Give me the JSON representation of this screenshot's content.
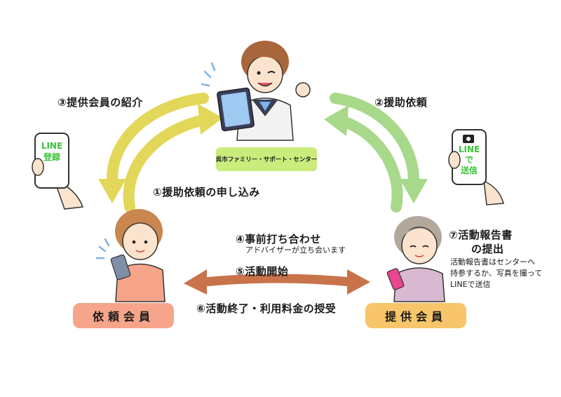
{
  "center_label": "呉市ファミリー・サポート・センター",
  "steps": {
    "s1": "①援助依頼の申し込み",
    "s2": "②援助依頼",
    "s3": "③提供会員の紹介",
    "s4": "④事前打ち合わせ",
    "s4_note": "アドバイザーが立ち会います",
    "s5": "⑤活動開始",
    "s6": "⑥活動終了・利用料金の授受",
    "s7_line1": "⑦活動報告書",
    "s7_line2": "の提出",
    "s7_note1": "活動報告書はセンターへ",
    "s7_note2": "持参するか、写真を撮って",
    "s7_note3": "LINEで送信"
  },
  "members": {
    "requester": "依頼会員",
    "provider": "提供会員"
  },
  "phones": {
    "left_line1": "LINE",
    "left_line2": "登録",
    "right_line1": "LINE",
    "right_line2": "で",
    "right_line3": "送信"
  },
  "colors": {
    "yellow_arrow": "#e3d75a",
    "green_arrow": "#a8d98a",
    "brown_arrow": "#c8734a",
    "center_label_bg": "#c9ec7c",
    "requester_pill": "#f6a58a",
    "provider_pill": "#f8c56a",
    "line_green": "#3cc23c"
  },
  "icons": [
    "staff-woman-with-tablet",
    "young-woman-with-phone",
    "elderly-woman-with-phone",
    "phone-in-hand-line",
    "phone-in-hand-camera"
  ]
}
